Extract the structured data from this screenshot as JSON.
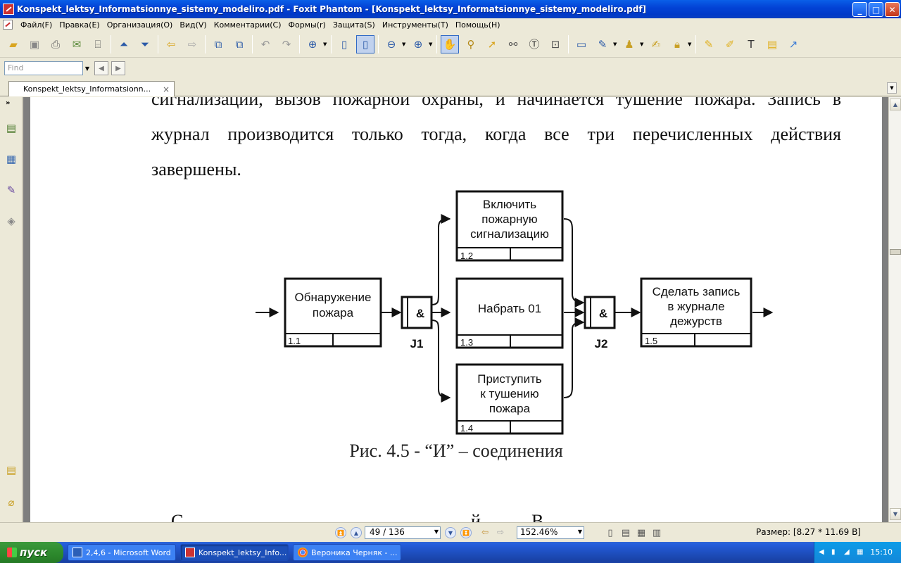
{
  "window": {
    "title": "Konspekt_lektsy_Informatsionnye_sistemy_modeliro.pdf - Foxit Phantom - [Konspekt_lektsy_Informatsionnye_sistemy_modeliro.pdf]",
    "controls": {
      "minimize": "_",
      "maximize": "□",
      "close": "✕"
    }
  },
  "menu": {
    "items": [
      "Файл(F)",
      "Правка(E)",
      "Организация(O)",
      "Вид(V)",
      "Комментарии(C)",
      "Формы(r)",
      "Защита(S)",
      "Инструменты(T)",
      "Помощь(H)"
    ]
  },
  "find": {
    "placeholder": "Find"
  },
  "tabs": [
    {
      "label": "Konspekt_lektsy_Informatsionn...",
      "close": "×"
    }
  ],
  "document": {
    "paragraph_lines": [
      "сигнализации, вызов пожарной охраны, и начинается тушение пожара. Запись в",
      "журнал производится только тогда, когда все три перечисленных действия",
      "завершены."
    ],
    "caption": "Рис. 4.5 - “И” – соединения",
    "bottom_text": "С",
    "bottom_text_end": "й",
    "bottom_text_right": "В",
    "diagram": {
      "blocks": [
        {
          "id": "block-detect",
          "lines": [
            "Обнаружение",
            "пожара"
          ],
          "number": "1.1"
        },
        {
          "id": "block-alarm",
          "lines": [
            "Включить",
            "пожарную",
            "сигнализацию"
          ],
          "number": "1.2"
        },
        {
          "id": "block-dial",
          "lines": [
            "Набрать 01"
          ],
          "number": "1.3"
        },
        {
          "id": "block-extinguish",
          "lines": [
            "Приступить",
            "к тушению",
            "пожара"
          ],
          "number": "1.4"
        },
        {
          "id": "block-log",
          "lines": [
            "Сделать запись",
            "в журнале",
            "дежурств"
          ],
          "number": "1.5"
        }
      ],
      "junctions": [
        {
          "id": "j1",
          "symbol": "&",
          "label": "J1"
        },
        {
          "id": "j2",
          "symbol": "&",
          "label": "J2"
        }
      ]
    }
  },
  "status": {
    "page": "49 / 136",
    "zoom": "152.46%",
    "size": "Размер: [8.27 * 11.69 B]"
  },
  "taskbar": {
    "start": "пуск",
    "tasks": [
      {
        "label": "2,4,6 - Microsoft Word",
        "active": false
      },
      {
        "label": "Konspekt_lektsy_Info...",
        "active": true
      },
      {
        "label": "Вероника Черняк - ...",
        "active": false
      }
    ],
    "clock": "15:10"
  },
  "colors": {
    "title_bar": "#0a5fe8",
    "chrome": "#ece9d8",
    "doc_bg": "#7e7e7e",
    "start": "#2e8b2e"
  }
}
